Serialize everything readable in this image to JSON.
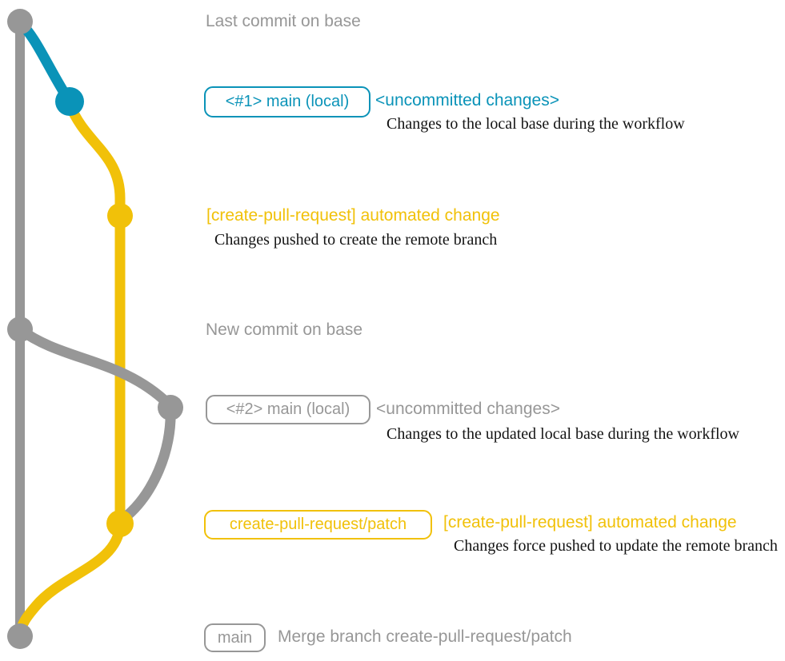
{
  "colors": {
    "gray": "#979797",
    "teal": "#0a93b8",
    "yellow": "#f1c109",
    "description_text": "#141414",
    "background": "#ffffff"
  },
  "graph": {
    "branches": [
      {
        "name": "base",
        "color": "gray"
      },
      {
        "name": "main-local",
        "color": "teal"
      },
      {
        "name": "create-pull-request-patch",
        "color": "yellow"
      }
    ],
    "commits": [
      {
        "label": "Last commit on base",
        "color": "gray"
      },
      {
        "label": "<#1> main (local)",
        "color": "teal"
      },
      {
        "label": "[create-pull-request] automated change",
        "color": "yellow"
      },
      {
        "label": "New commit on base",
        "color": "gray"
      },
      {
        "label": "<#2> main (local)",
        "color": "gray"
      },
      {
        "label": "[create-pull-request] automated change",
        "color": "yellow"
      },
      {
        "label": "Merge branch create-pull-request/patch",
        "color": "gray"
      }
    ]
  },
  "texts": {
    "last_commit": "Last commit on base",
    "new_commit": "New commit on base",
    "row1": {
      "tag": "<#1> main (local)",
      "message": "<uncommitted changes>",
      "description": "Changes to the local base during the workflow"
    },
    "row2": {
      "message": "[create-pull-request] automated change",
      "description": "Changes pushed to create the remote branch"
    },
    "row3": {
      "tag": "<#2> main (local)",
      "message": "<uncommitted changes>",
      "description": "Changes to the updated local base during the workflow"
    },
    "row4": {
      "tag": "create-pull-request/patch",
      "message": "[create-pull-request] automated change",
      "description": "Changes force pushed to update the remote branch"
    },
    "row5": {
      "tag": "main",
      "message": "Merge branch create-pull-request/patch"
    }
  }
}
